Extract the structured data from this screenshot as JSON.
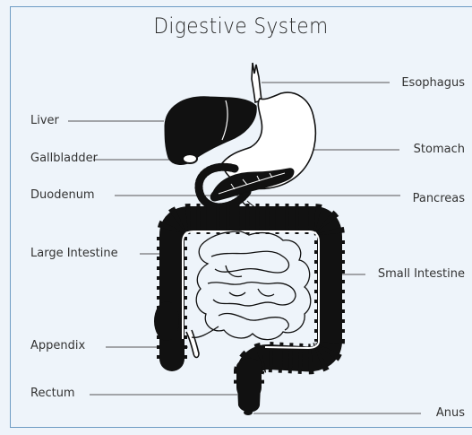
{
  "diagram": {
    "title": "Digestive System",
    "labels": {
      "esophagus": "Esophagus",
      "liver": "Liver",
      "stomach": "Stomach",
      "gallbladder": "Gallbladder",
      "duodenum": "Duodenum",
      "pancreas": "Pancreas",
      "large_intestine": "Large Intestine",
      "small_intestine": "Small Intestine",
      "appendix": "Appendix",
      "rectum": "Rectum",
      "anus": "Anus"
    },
    "colors": {
      "background": "#eef4fa",
      "border": "#6e9cc4",
      "organ": "#111111",
      "line": "#555555"
    }
  }
}
